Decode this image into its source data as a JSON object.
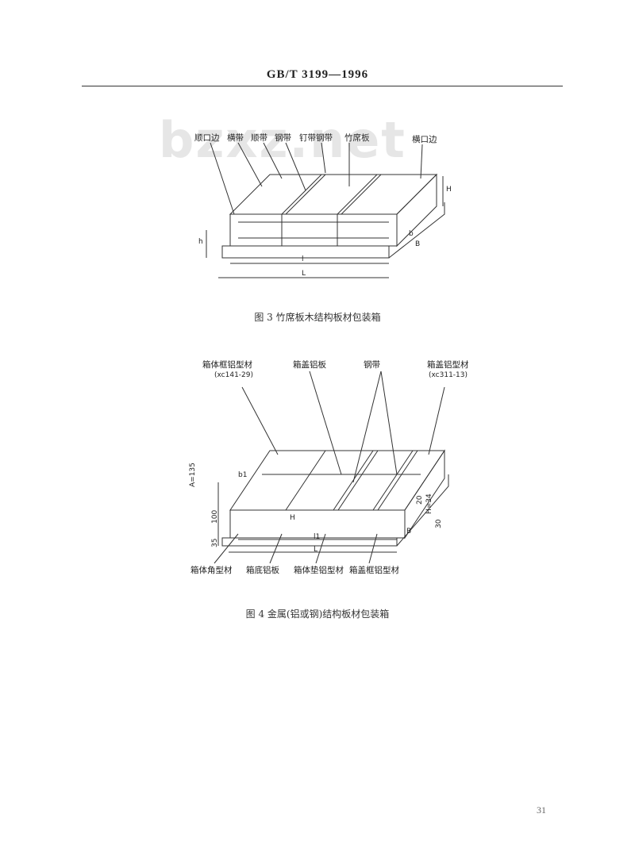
{
  "header": {
    "code": "GB/T 3199—1996"
  },
  "watermark": "bzxz.net",
  "figure3": {
    "caption": "图 3   竹席板木结构板材包装箱",
    "labels": {
      "l1": "顺口边",
      "l2": "横带",
      "l3": "顺带",
      "l4": "钢带",
      "l5": "钉带钢带",
      "l6": "竹席板",
      "l7": "横口边",
      "dim_H": "H",
      "dim_h": "h",
      "dim_b": "b",
      "dim_B": "B",
      "dim_l": "l",
      "dim_L": "L"
    }
  },
  "figure4": {
    "caption": "图 4   金属(铝或钢)结构板材包装箱",
    "labels": {
      "t1": "箱体框铝型材",
      "t1s": "(xc141-29)",
      "t2": "箱盖铝板",
      "t3": "钢带",
      "t4": "箱盖铝型材",
      "t4s": "(xc311-13)",
      "b1": "箱体角型材",
      "b2": "箱底铝板",
      "b3": "箱体垫铝型材",
      "b4": "箱盖框铝型材",
      "dim_A": "A=135",
      "dim_100": "100",
      "dim_35": "35",
      "dim_b1": "b1",
      "dim_H": "H",
      "dim_l1": "l1",
      "dim_L": "L",
      "dim_B": "B",
      "dim_20": "20",
      "dim_H34": "H=34",
      "dim_30": "30"
    }
  },
  "page_number": "31"
}
